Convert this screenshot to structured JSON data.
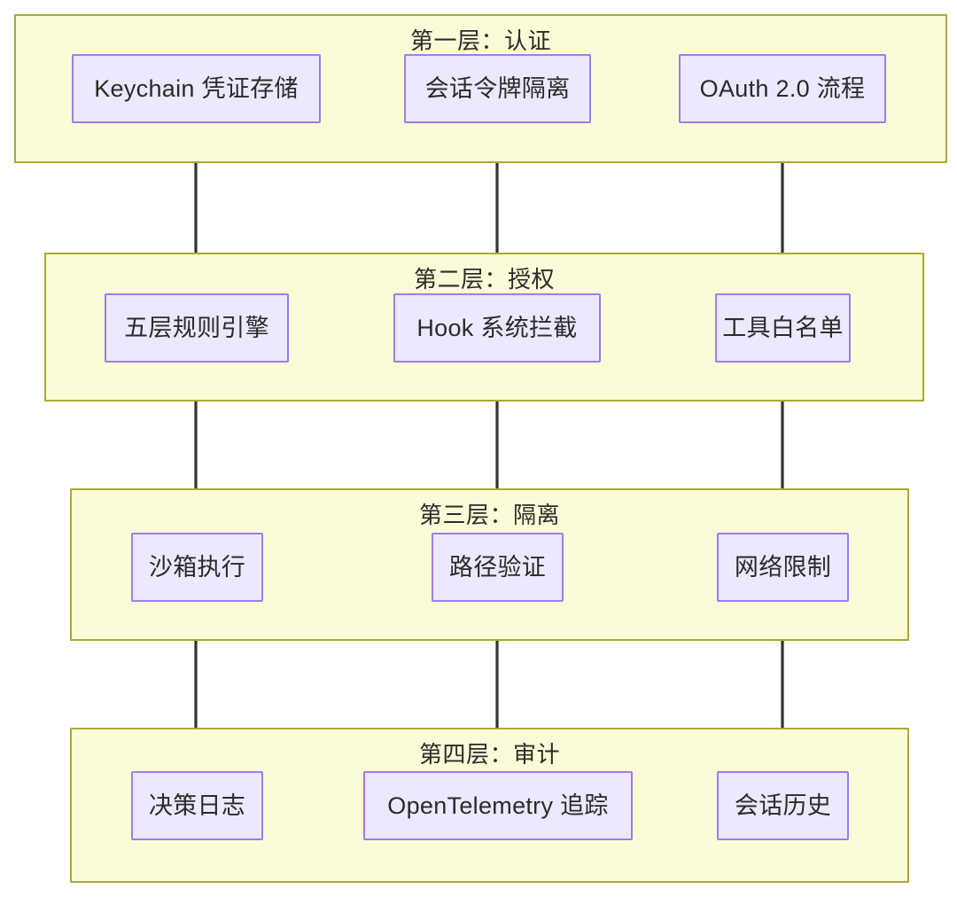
{
  "diagram": {
    "kind": "flowchart",
    "direction": "top-down",
    "background": "#ffffff",
    "palette": {
      "cluster_fill": "#fbfbd7",
      "cluster_stroke": "#aaaa33",
      "node_fill": "#ece8fd",
      "node_stroke": "#9f7cea",
      "edge_stroke": "#333333",
      "text_color": "#2b2b2b"
    },
    "clusters": [
      {
        "id": "layer1",
        "title": "第一层：认证",
        "nodes": [
          {
            "id": "n1",
            "label": "Keychain 凭证存储"
          },
          {
            "id": "n2",
            "label": "会话令牌隔离"
          },
          {
            "id": "n3",
            "label": "OAuth 2.0 流程"
          }
        ]
      },
      {
        "id": "layer2",
        "title": "第二层：授权",
        "nodes": [
          {
            "id": "n4",
            "label": "五层规则引擎"
          },
          {
            "id": "n5",
            "label": "Hook 系统拦截"
          },
          {
            "id": "n6",
            "label": "工具白名单"
          }
        ]
      },
      {
        "id": "layer3",
        "title": "第三层：隔离",
        "nodes": [
          {
            "id": "n7",
            "label": "沙箱执行"
          },
          {
            "id": "n8",
            "label": "路径验证"
          },
          {
            "id": "n9",
            "label": "网络限制"
          }
        ]
      },
      {
        "id": "layer4",
        "title": "第四层：审计",
        "nodes": [
          {
            "id": "n10",
            "label": "决策日志"
          },
          {
            "id": "n11",
            "label": "OpenTelemetry 追踪"
          },
          {
            "id": "n12",
            "label": "会话历史"
          }
        ]
      }
    ],
    "edges": [
      {
        "from": "n1",
        "to": "n4",
        "arrow": "arrowhead-icon"
      },
      {
        "from": "n2",
        "to": "n5",
        "arrow": "arrowhead-icon"
      },
      {
        "from": "n3",
        "to": "n6",
        "arrow": "arrowhead-icon"
      },
      {
        "from": "n4",
        "to": "n7",
        "arrow": "arrowhead-icon"
      },
      {
        "from": "n5",
        "to": "n8",
        "arrow": "arrowhead-icon"
      },
      {
        "from": "n6",
        "to": "n9",
        "arrow": "arrowhead-icon"
      },
      {
        "from": "n7",
        "to": "n10",
        "arrow": "arrowhead-icon"
      },
      {
        "from": "n8",
        "to": "n11",
        "arrow": "arrowhead-icon"
      },
      {
        "from": "n9",
        "to": "n12",
        "arrow": "arrowhead-icon"
      }
    ]
  }
}
